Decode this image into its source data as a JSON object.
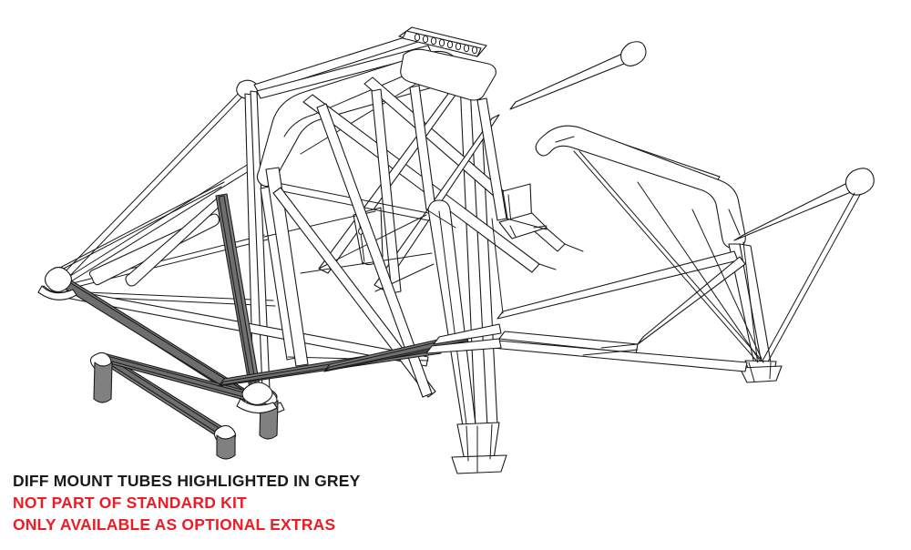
{
  "document": {
    "title": "Roll Cage Technical Illustration",
    "subject": "multi-point weld-in roll cage line drawing (isometric view)",
    "background_color": "#ffffff"
  },
  "legend": {
    "lines": [
      {
        "text": "DIFF MOUNT TUBES HIGHLIGHTED IN GREY",
        "color": "#1a1a1a",
        "style": "black"
      },
      {
        "text": "NOT PART OF STANDARD KIT",
        "color": "#ee1c25",
        "style": "red"
      },
      {
        "text": "ONLY AVAILABLE AS OPTIONAL EXTRAS",
        "color": "#ee1c25",
        "style": "red"
      }
    ]
  },
  "drawing": {
    "line_color": "#1a1a1a",
    "tube_fill": "#ffffff",
    "highlight_fill": "#808080",
    "highlight_fill_dark": "#6e6e6e",
    "highlight_meaning": "diff mount tubes",
    "stroke_width": 1.1,
    "view": "isometric three-quarter rear-left",
    "components": [
      {
        "name": "main-hoop",
        "highlighted": false
      },
      {
        "name": "rear-hoop",
        "highlighted": false
      },
      {
        "name": "roof-cross-braces",
        "highlighted": false
      },
      {
        "name": "rear-stays",
        "highlighted": false
      },
      {
        "name": "door-bars",
        "highlighted": false
      },
      {
        "name": "windscreen-pillar-bars",
        "highlighted": false
      },
      {
        "name": "front-legs",
        "highlighted": false
      },
      {
        "name": "sill-tubes",
        "highlighted": false
      },
      {
        "name": "harness-mount-bar-left",
        "holes": 9,
        "highlighted": false
      },
      {
        "name": "harness-mount-bar-right",
        "holes": 9,
        "highlighted": false
      },
      {
        "name": "seat-mount-brackets",
        "highlighted": false
      },
      {
        "name": "floor-mount-foot-plates",
        "highlighted": false
      },
      {
        "name": "diff-mount-tube-left-diagonal",
        "highlighted": true
      },
      {
        "name": "diff-mount-tube-cross",
        "highlighted": true
      },
      {
        "name": "diff-mount-tube-vertical",
        "highlighted": true
      },
      {
        "name": "diff-mount-tube-lateral",
        "highlighted": true
      },
      {
        "name": "diff-mount-tube-stub-front",
        "highlighted": true
      },
      {
        "name": "diff-mount-tube-stub-rear",
        "highlighted": true
      }
    ]
  }
}
